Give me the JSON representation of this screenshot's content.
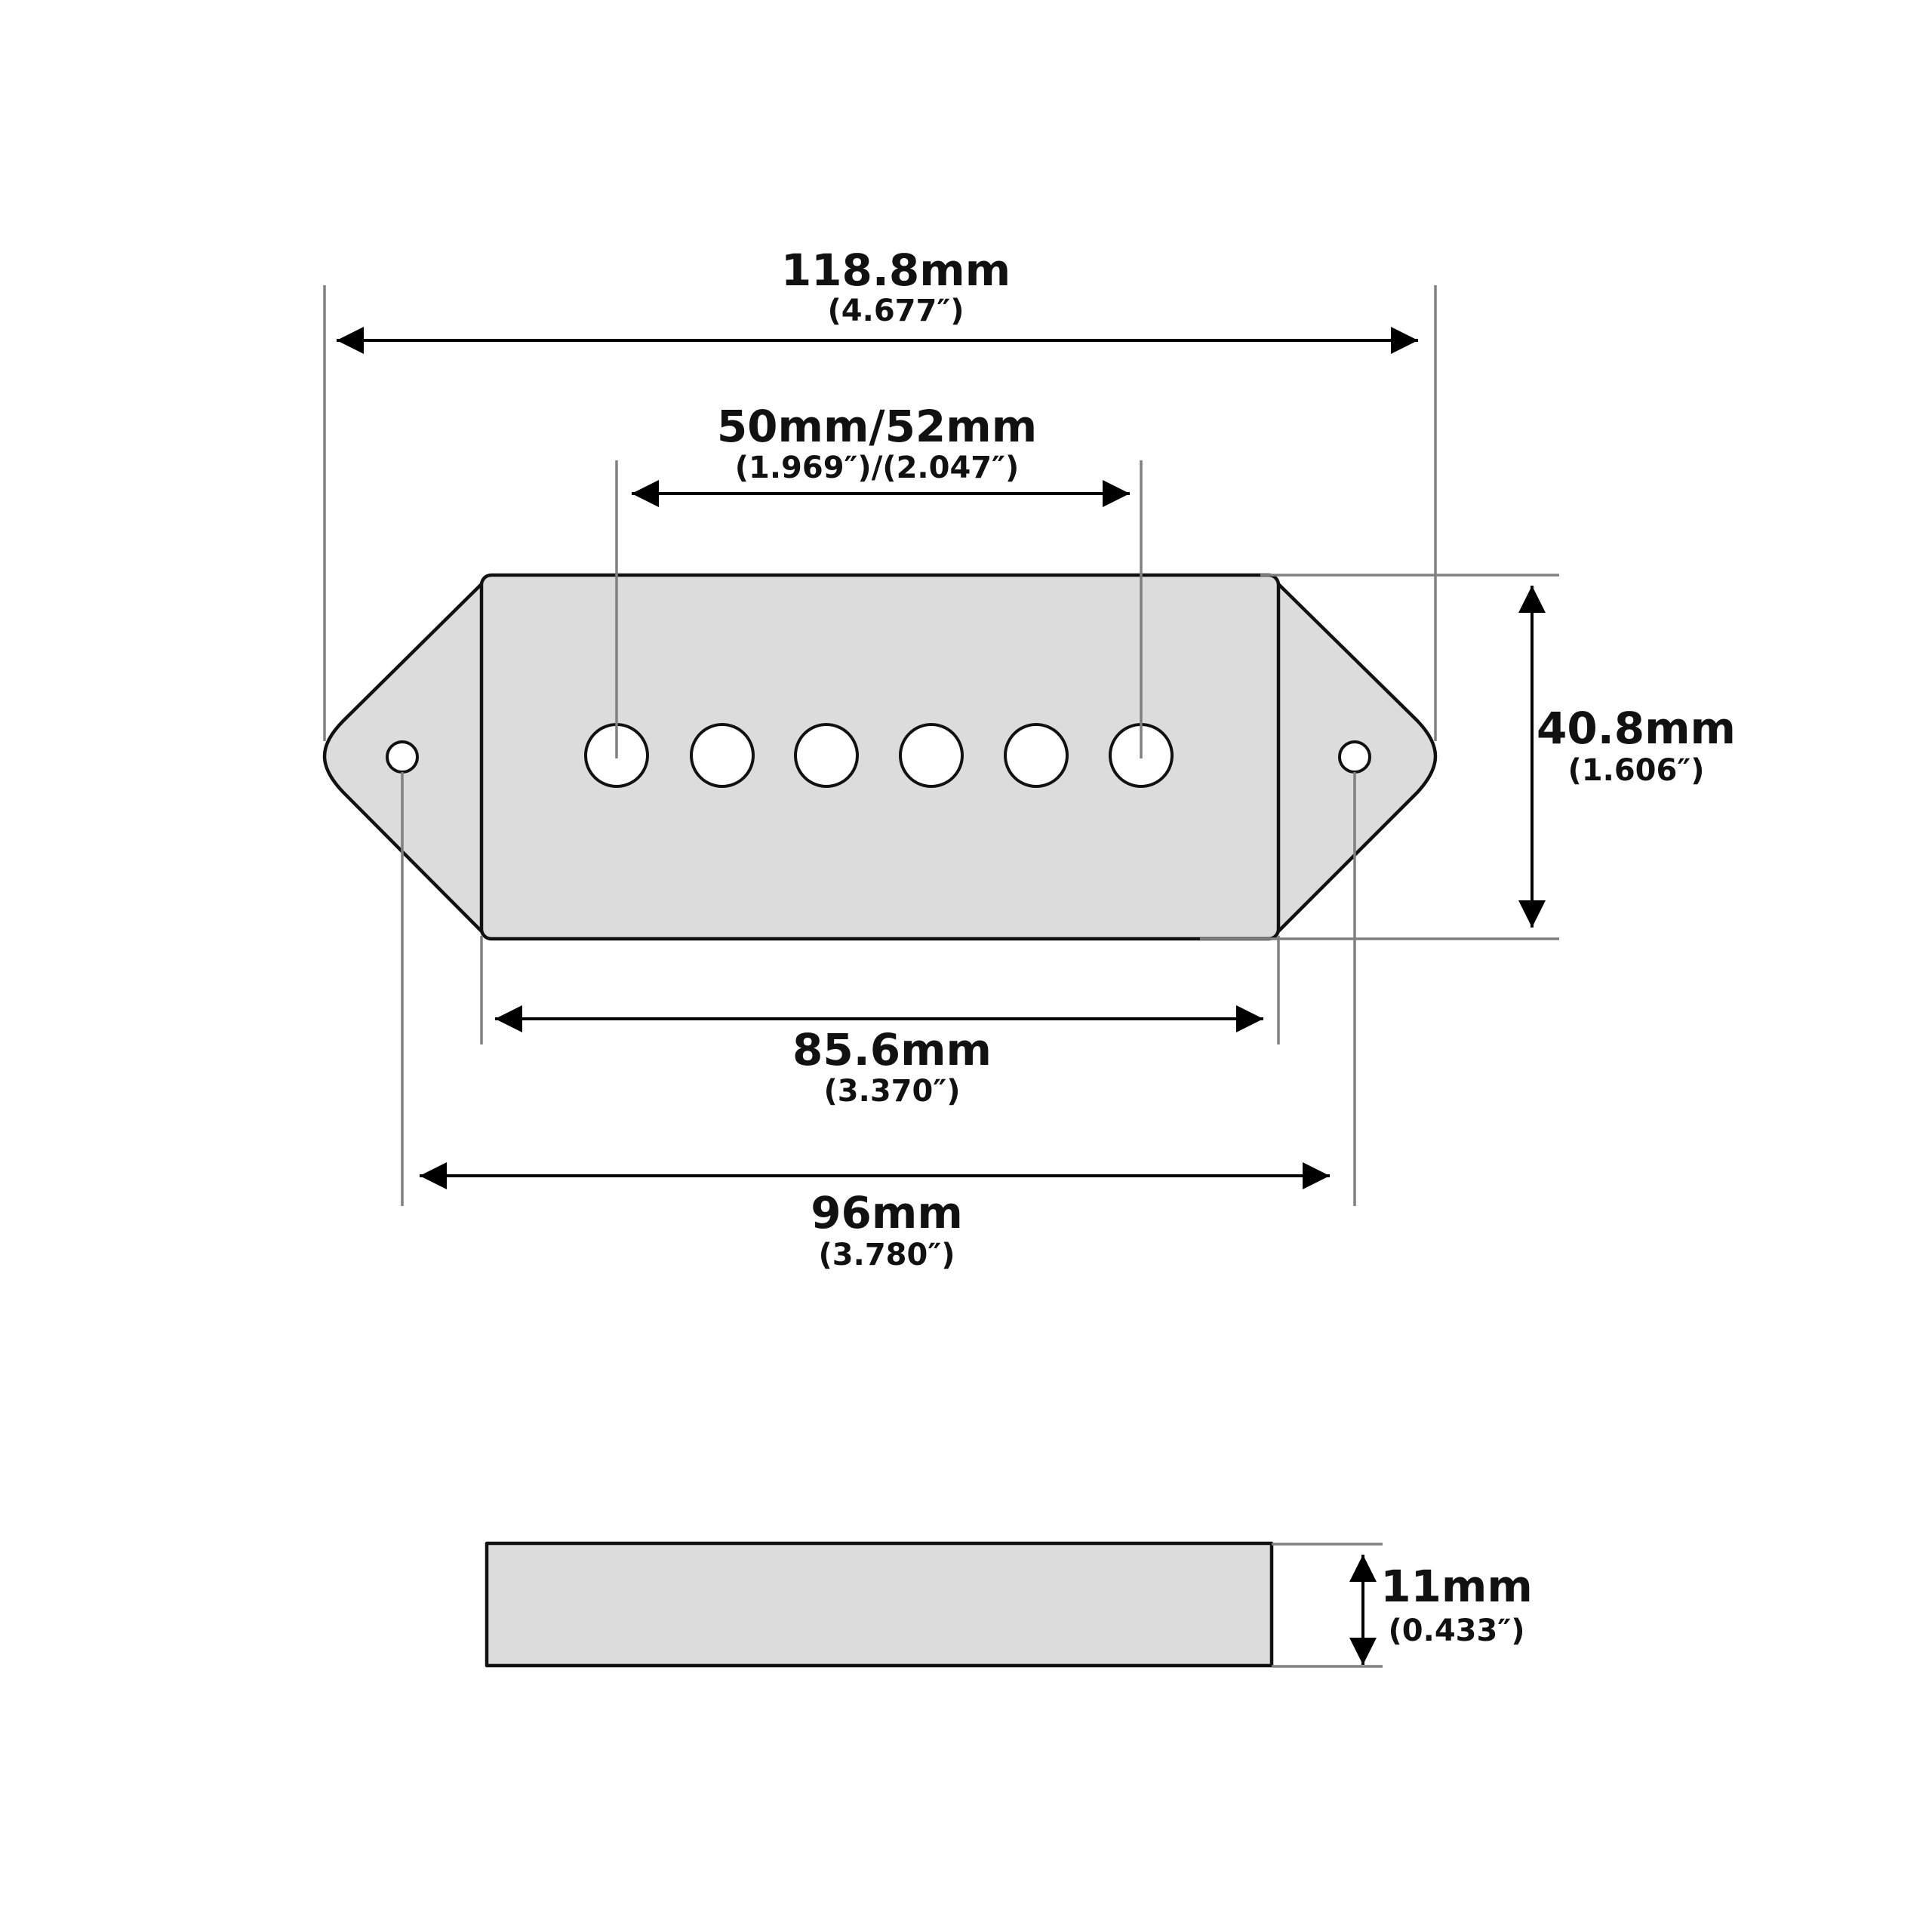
{
  "dimensions": {
    "overall_length": {
      "mm": "118.8mm",
      "inch": "(4.677″)"
    },
    "pole_spacing": {
      "mm": "50mm/52mm",
      "inch": "(1.969″)/(2.047″)"
    },
    "width": {
      "mm": "40.8mm",
      "inch": "(1.606″)"
    },
    "body_length": {
      "mm": "85.6mm",
      "inch": "(3.370″)"
    },
    "mounting_spacing": {
      "mm": "96mm",
      "inch": "(3.780″)"
    },
    "height": {
      "mm": "11mm",
      "inch": "(0.433″)"
    }
  },
  "colors": {
    "cover_fill": "#dcdcdc",
    "outline": "#111111",
    "extension_line": "#808080"
  }
}
